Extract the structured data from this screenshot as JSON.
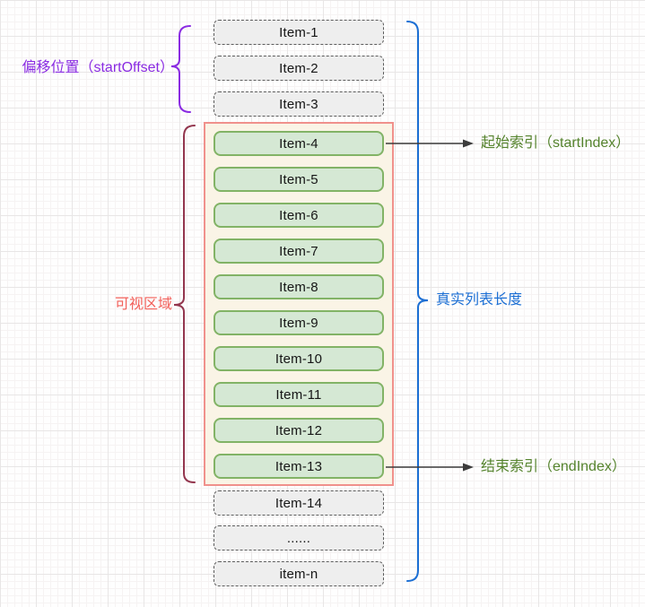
{
  "diagram": {
    "labels": {
      "offset": "偏移位置（startOffset）",
      "viewport": "可视区域",
      "real_list_length": "真实列表长度",
      "start_index": "起始索引（startIndex）",
      "end_index": "结束索引（endIndex）"
    },
    "list": {
      "offset_items": [
        "Item-1",
        "Item-2",
        "Item-3"
      ],
      "visible_items": [
        "Item-4",
        "Item-5",
        "Item-6",
        "Item-7",
        "Item-8",
        "Item-9",
        "Item-10",
        "Item-11",
        "Item-12",
        "Item-13"
      ],
      "tail_items": [
        "Item-14",
        "......",
        "item-n"
      ]
    },
    "colors": {
      "offset_label": "#8a2be2",
      "viewport_label": "#f2605a",
      "viewport_brace": "#93364e",
      "real_list_brace": "#1c6fd4",
      "index_label": "#55832d",
      "item_visible_fill": "#d5e8d4",
      "item_visible_border": "#82b366",
      "item_buffer_fill": "#eeeeee",
      "item_buffer_border": "#5c5c5c",
      "viewport_fill": "#faf4e6",
      "viewport_border": "#f0918c",
      "arrow": "#3c3c3c"
    }
  }
}
